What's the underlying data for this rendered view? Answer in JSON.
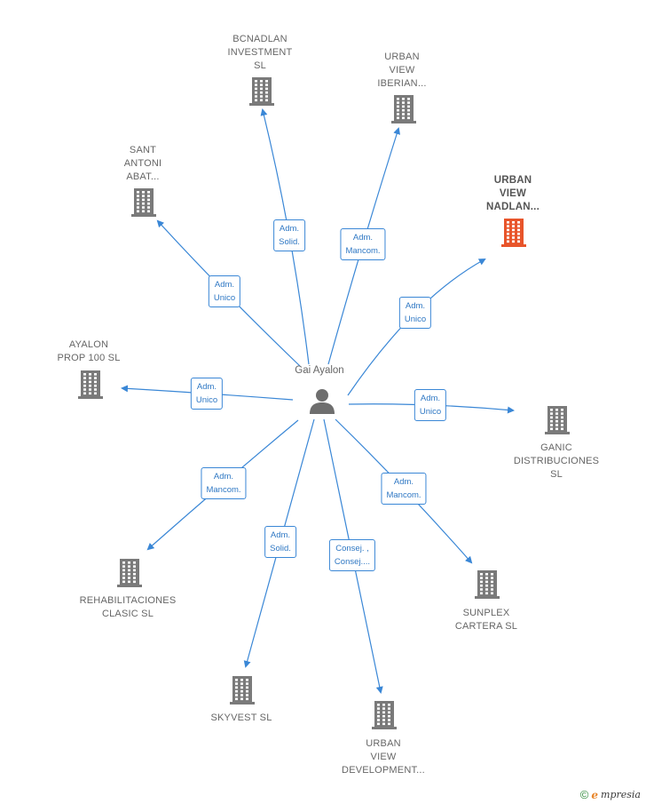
{
  "center": {
    "name": "Gai Ayalon"
  },
  "nodes": [
    {
      "id": "bcnadlan",
      "label": "BCNADLAN\nINVESTMENT\nSL",
      "highlight": false
    },
    {
      "id": "uv_iberian",
      "label": "URBAN\nVIEW\nIBERIAN...",
      "highlight": false
    },
    {
      "id": "uv_nadlan",
      "label": "URBAN\nVIEW\nNADLAN...",
      "highlight": true
    },
    {
      "id": "sant_antoni",
      "label": "SANT\nANTONI\nABAT...",
      "highlight": false
    },
    {
      "id": "ayalon_prop",
      "label": "AYALON\nPROP 100  SL",
      "highlight": false
    },
    {
      "id": "ganic",
      "label": "GANIC\nDISTRIBUCIONES\nSL",
      "highlight": false
    },
    {
      "id": "rehabilitaciones",
      "label": "REHABILITACIONES\nCLASIC  SL",
      "highlight": false
    },
    {
      "id": "sunplex",
      "label": "SUNPLEX\nCARTERA  SL",
      "highlight": false
    },
    {
      "id": "skyvest",
      "label": "SKYVEST  SL",
      "highlight": false
    },
    {
      "id": "uv_development",
      "label": "URBAN\nVIEW\nDEVELOPMENT...",
      "highlight": false
    }
  ],
  "relations": [
    {
      "id": "bcnadlan",
      "label": "Adm.\nSolid."
    },
    {
      "id": "uv_iberian",
      "label": "Adm.\nMancom."
    },
    {
      "id": "uv_nadlan",
      "label": "Adm.\nUnico"
    },
    {
      "id": "sant_antoni",
      "label": "Adm.\nUnico"
    },
    {
      "id": "ayalon_prop",
      "label": "Adm.\nUnico"
    },
    {
      "id": "ganic",
      "label": "Adm.\nUnico"
    },
    {
      "id": "rehabilitaciones",
      "label": "Adm.\nMancom."
    },
    {
      "id": "sunplex",
      "label": "Adm.\nMancom."
    },
    {
      "id": "skyvest",
      "label": "Adm.\nSolid."
    },
    {
      "id": "uv_development",
      "label": "Consej. ,\nConsej...."
    }
  ],
  "colors": {
    "edge": "#3a87d6",
    "building": "#7a7a7a",
    "building_highlight": "#e8552b",
    "person": "#6e6e6e"
  },
  "brand": {
    "copyright": "©",
    "first_letter": "e",
    "rest": "mpresia"
  }
}
